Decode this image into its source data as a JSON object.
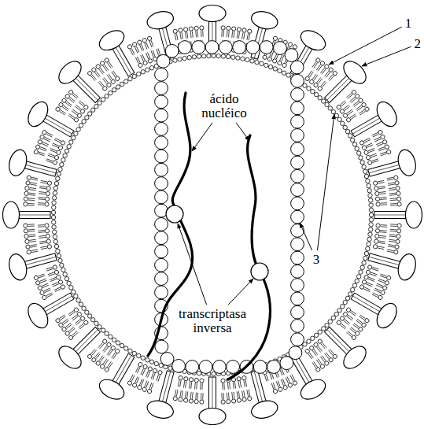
{
  "diagram": {
    "labels": [
      "1",
      "2",
      "3",
      "ácido nucléico",
      "transcriptasa inversa"
    ]
  }
}
